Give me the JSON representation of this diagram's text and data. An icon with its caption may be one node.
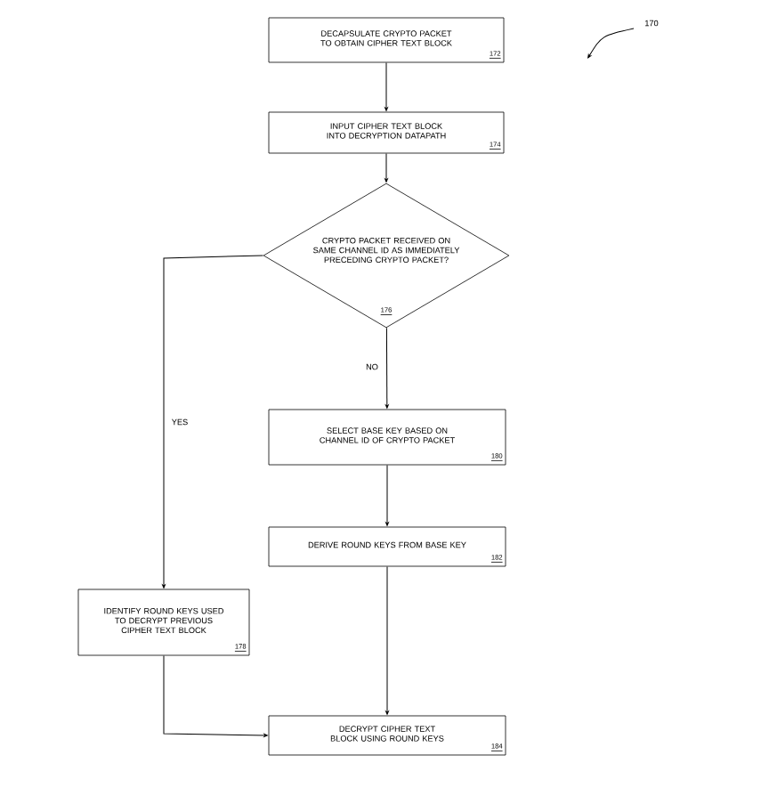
{
  "diagram": {
    "nodes": [
      {
        "text": [
          "DECAPSULATE CRYPTO PACKET TO OBTAIN CIPHER TEXT BLOCK",
          "172"
        ]
      },
      {
        "text": [
          "INPUT CIPHER TEXT BLOCK INTO DECRYPTION DATAPATH",
          "174"
        ]
      },
      {
        "text": [
          "CRYPTO PACKET RECEIVED ON SAME CHANNEL ID AS IMMEDIATELY PRECEDING CRYPTO PACKET?",
          "176"
        ]
      },
      {
        "text": [
          "SELECT BASE KEY BASED ON CHANNEL ID OF CRYPTO PACKET",
          "180"
        ]
      },
      {
        "text": [
          "DERIVE ROUND KEYS FROM BASE KEY",
          "182"
        ]
      },
      {
        "text": [
          "IDENTIFY ROUND KEYS USED TO DECRYPT PREVIOUS CIPHER TEXT BLOCK",
          "178"
        ]
      },
      {
        "text": [
          "DECRYPT CIPHER TEXT BLOCK USING ROUND KEYS",
          "184"
        ]
      }
    ],
    "edges": [
      {
        "from": 0,
        "to": 1,
        "arrow": "to"
      },
      {
        "from": 1,
        "to": 2,
        "arrow": "to"
      },
      {
        "from": 2,
        "to": 3,
        "arrow": "to",
        "label": "NO"
      },
      {
        "from": 3,
        "to": 4,
        "arrow": "to"
      },
      {
        "from": 4,
        "to": 6,
        "arrow": "to"
      },
      {
        "from": 2,
        "to": 5,
        "arrow": "to",
        "label": "YES"
      },
      {
        "from": 5,
        "to": 6,
        "arrow": "to"
      }
    ],
    "labels": [
      "170"
    ]
  }
}
